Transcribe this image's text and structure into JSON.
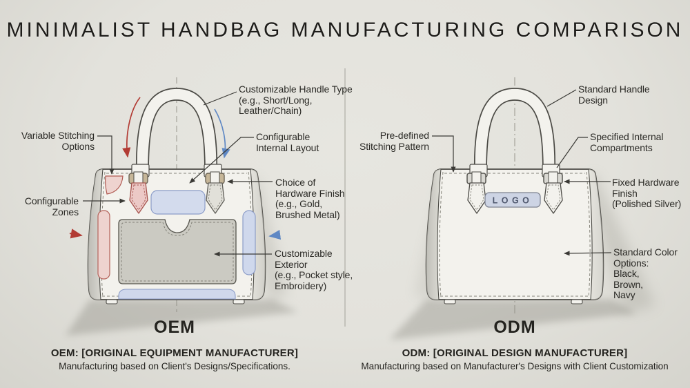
{
  "title": "MINIMALIST HANDBAG MANUFACTURING COMPARISON",
  "palette": {
    "background": "#e3e2dc",
    "outline": "#4b4a45",
    "text": "#2b2a26",
    "bag_fill": "#f3f2ed",
    "accent_red": "#b23b34",
    "accent_blue": "#5f88c4",
    "zone_red_fill": "#eed3cf",
    "zone_blue_fill": "#cfd8ec",
    "pocket_fill": "#cbcac2",
    "hardware_gold": "#c6b698",
    "hardware_silver": "#d9d8d2",
    "logo_plate_fill": "#cdd4e4"
  },
  "oem": {
    "label": "OEM",
    "heading": "OEM: [ORIGINAL EQUIPMENT MANUFACTURER]",
    "subheading": "Manufacturing based on Client's Designs/Specifications.",
    "annotations": {
      "variable_stitching": "Variable Stitching\nOptions",
      "configurable_zones": "Configurable\nZones",
      "handle_type": "Customizable Handle Type\n(e.g., Short/Long,\nLeather/Chain)",
      "internal_layout": "Configurable\nInternal Layout",
      "hardware_finish": "Choice of\nHardware Finish\n(e.g., Gold,\nBrushed Metal)",
      "exterior": "Customizable\nExterior\n(e.g., Pocket style,\nEmbroidery)"
    }
  },
  "odm": {
    "label": "ODM",
    "heading": "ODM: [ORIGINAL DESIGN MANUFACTURER]",
    "subheading": "Manufacturing based on Manufacturer's Designs with Client Customization",
    "logo_text": "LOGO",
    "annotations": {
      "stitching_pattern": "Pre-defined\nStitching Pattern",
      "handle_design": "Standard Handle\nDesign",
      "internal_compartments": "Specified Internal\nCompartments",
      "hardware_finish": "Fixed Hardware\nFinish\n(Polished Silver)",
      "color_options": "Standard Color\nOptions:\nBlack,\nBrown,\nNavy"
    }
  }
}
